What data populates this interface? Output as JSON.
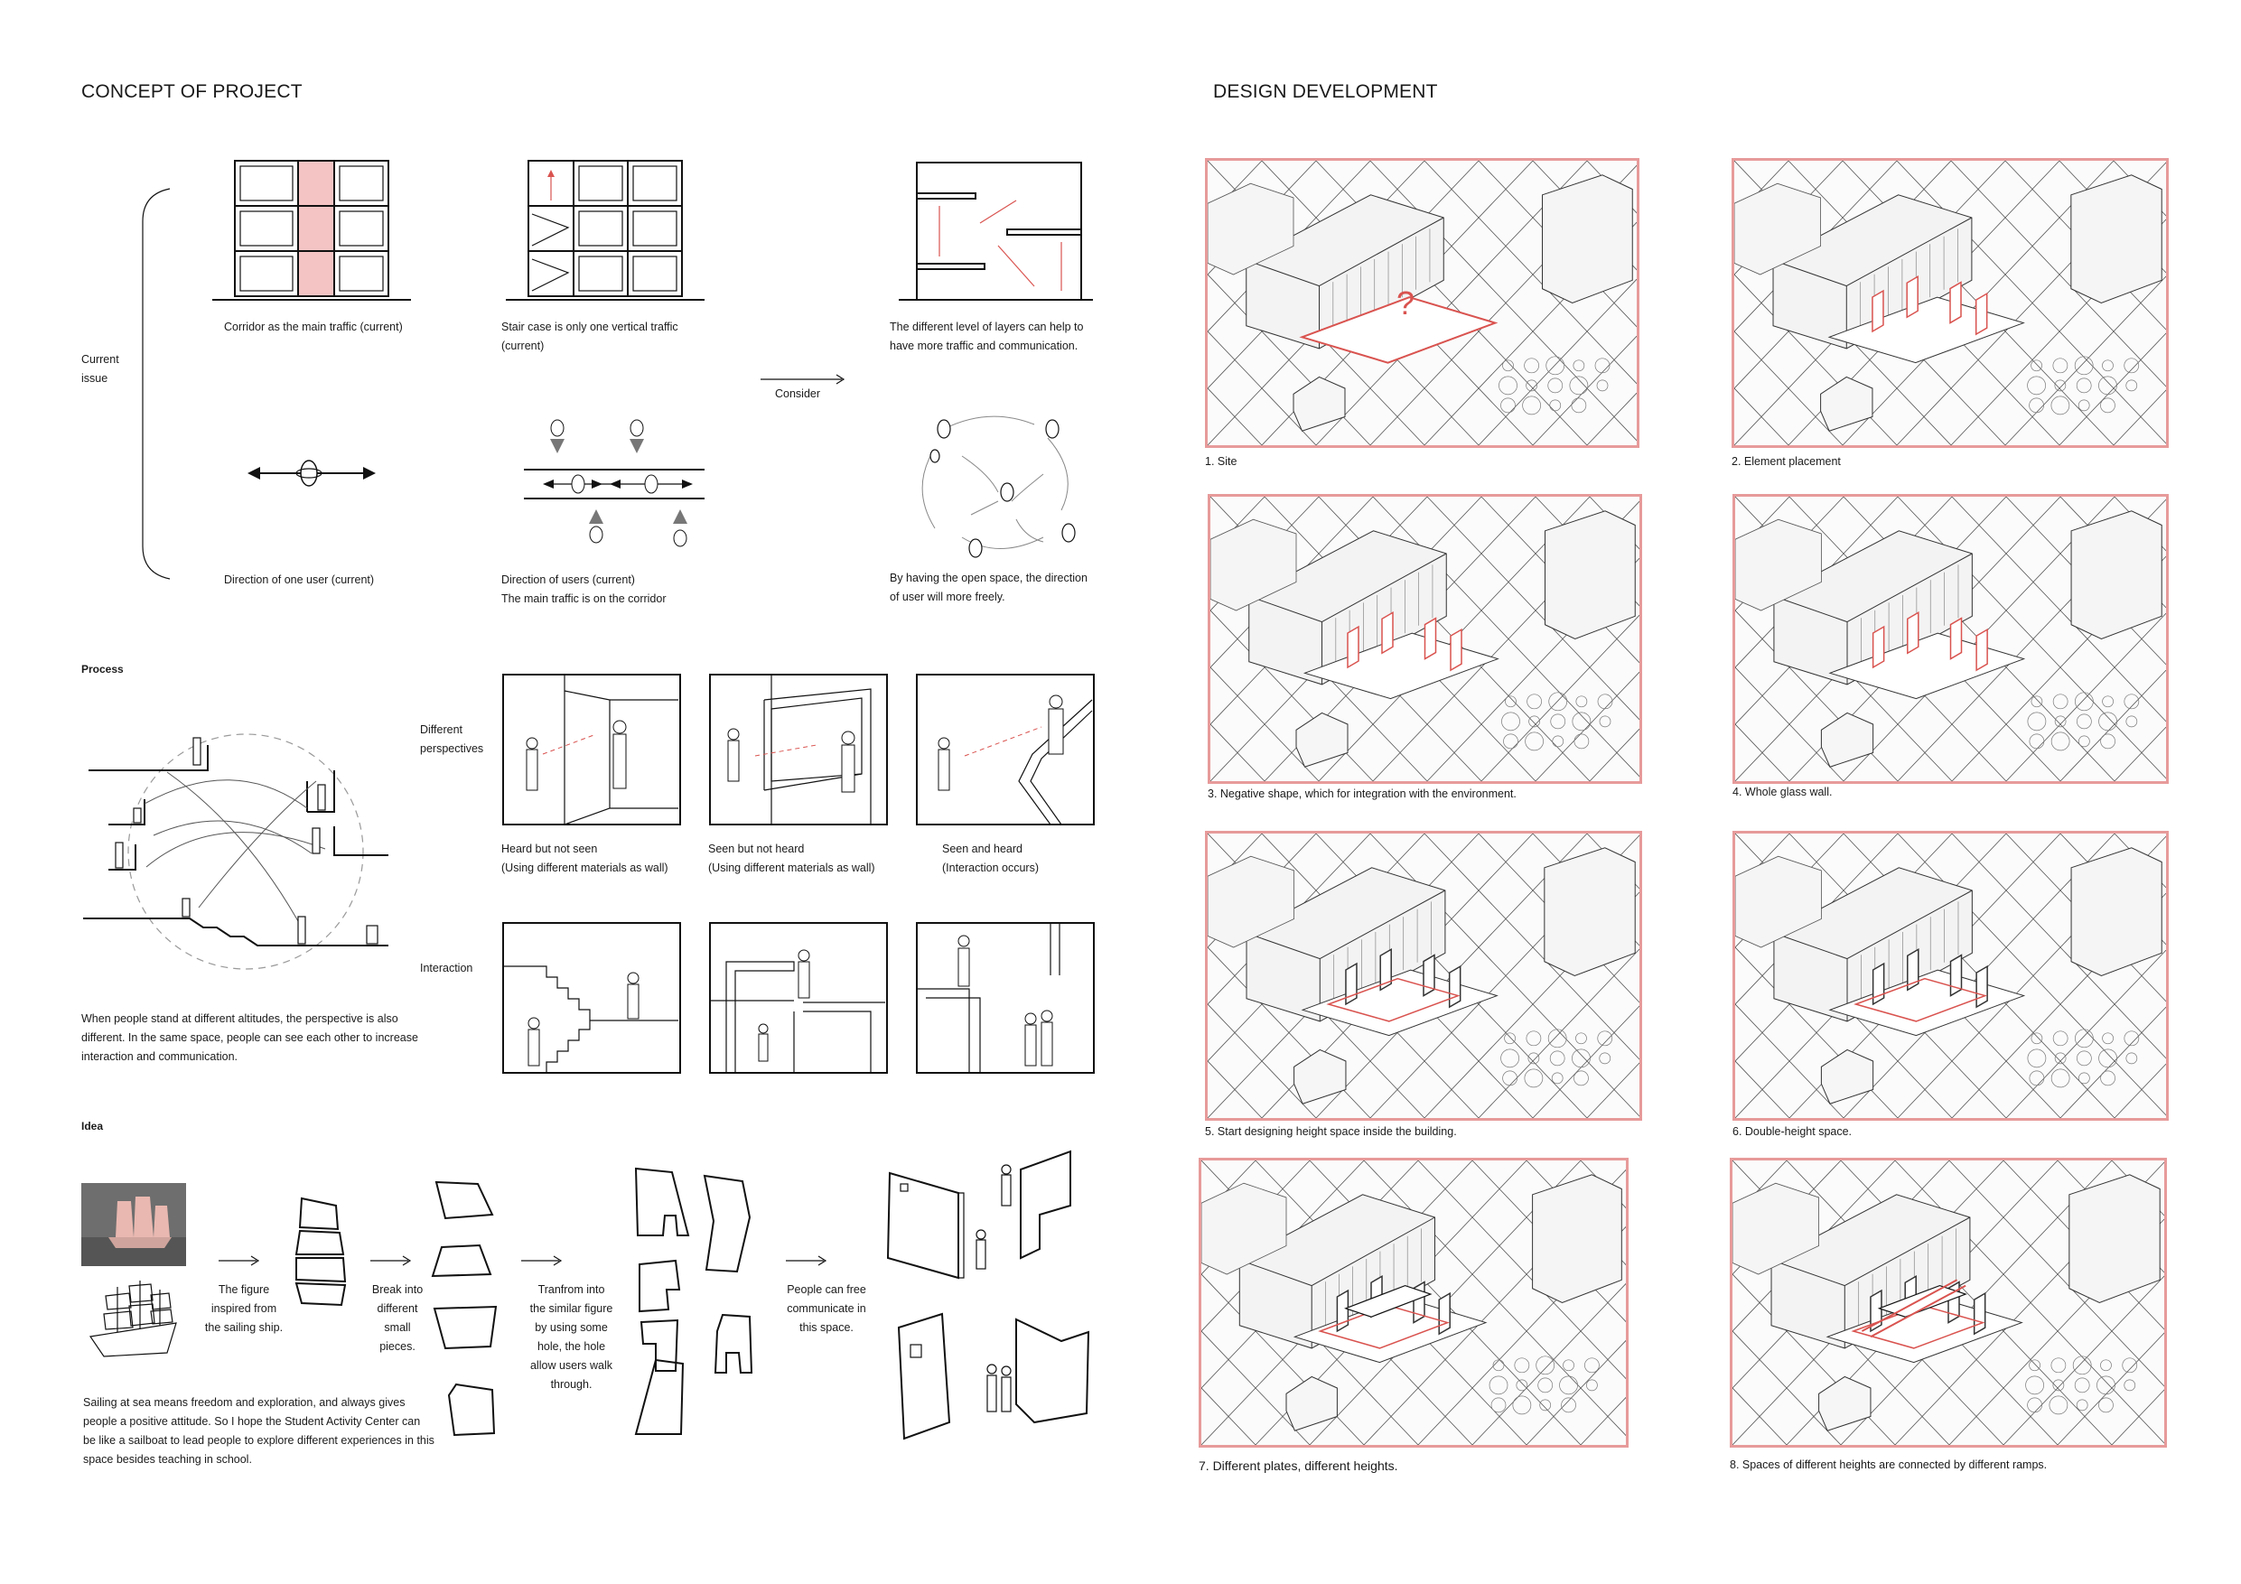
{
  "left": {
    "title": "CONCEPT OF PROJECT",
    "current_issue_label": "Current\nissue",
    "captions": {
      "corridor": "Corridor as the main traffic (current)",
      "stair": "Stair case is only one vertical traffic\n(current)",
      "layers": "The different level of layers can help to\nhave more traffic and communication.",
      "consider": "Consider",
      "one_user": "Direction of one user (current)",
      "users": "Direction of users (current)\nThe main traffic is on the corridor",
      "open_space": "By having the open space, the direction\nof user will more freely."
    },
    "process_label": "Process",
    "different_perspectives_label": "Different\nperspectives",
    "interaction_label": "Interaction",
    "perspective_captions": [
      "Heard but not seen\n(Using different materials as wall)",
      "Seen but not heard\n(Using different materials as wall)",
      "Seen and heard\n(Interaction occurs)"
    ],
    "process_text": "When people stand at different altitudes, the perspective is also different. In the same space, people can see each other to increase interaction and communication.",
    "idea_label": "Idea",
    "idea_steps": [
      "The figure\ninspired from\nthe sailing ship.",
      "Break into\ndifferent\nsmall\npieces.",
      "Tranfrom into\nthe similar figure\nby using some\nhole, the hole\nallow users walk\nthrough.",
      "People can free\ncommunicate in\nthis space."
    ],
    "idea_text": "Sailing at sea means freedom and exploration, and always gives people a positive attitude. So I hope the Student Activity Center can be like a sailboat to lead people to explore different experiences in this space besides teaching in school."
  },
  "right": {
    "title": "DESIGN DEVELOPMENT",
    "steps": [
      {
        "caption": "1. Site"
      },
      {
        "caption": "2. Element placement"
      },
      {
        "caption": "3. Negative shape, which for integration with the environment."
      },
      {
        "caption": "4. Whole glass wall."
      },
      {
        "caption": "5. Start designing height space inside the building."
      },
      {
        "caption": "6. Double-height space."
      },
      {
        "caption": "7. Different plates, different heights."
      },
      {
        "caption": "8. Spaces of different heights are connected by different ramps."
      }
    ]
  },
  "colors": {
    "accent": "#e79a9a",
    "highlight": "#f4c4c4",
    "red_line": "#d9534f",
    "ink": "#111111"
  }
}
